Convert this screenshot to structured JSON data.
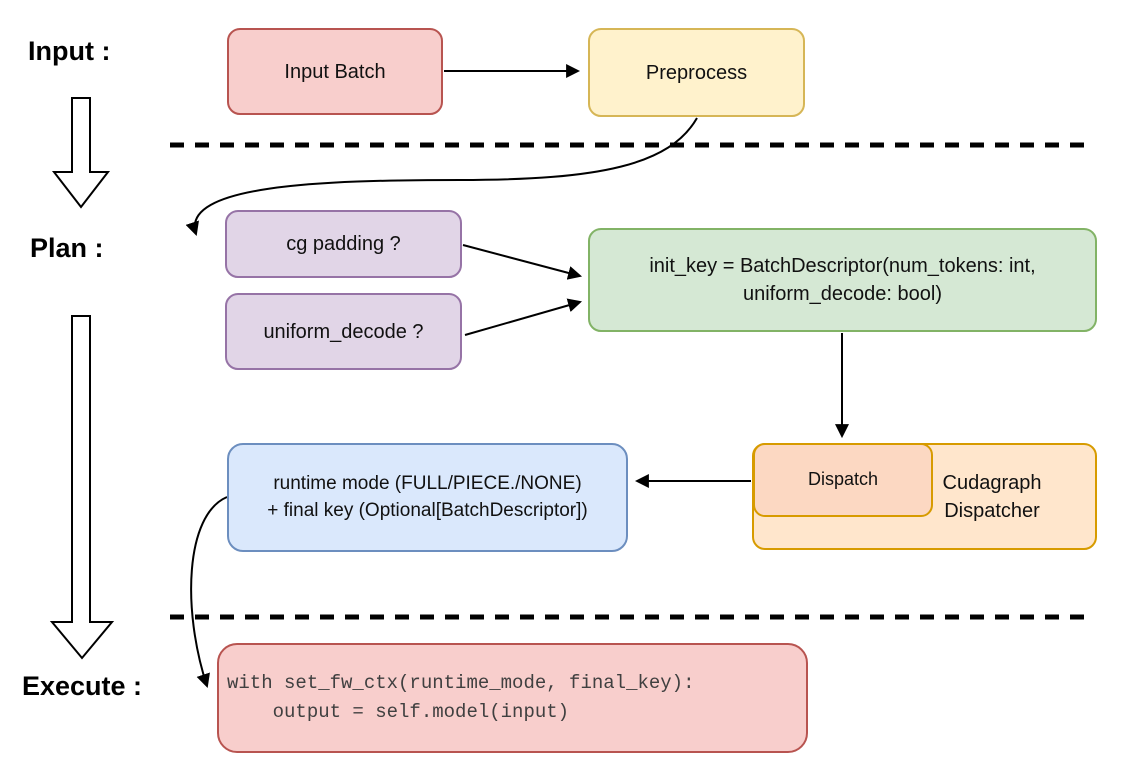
{
  "diagram": {
    "stages": {
      "input": {
        "label": "Input :"
      },
      "plan": {
        "label": "Plan :"
      },
      "execute": {
        "label": "Execute :"
      }
    },
    "nodes": {
      "input_batch": {
        "label": "Input Batch",
        "fill": "#f8cecc",
        "border": "#b85450"
      },
      "preprocess": {
        "label": "Preprocess",
        "fill": "#fff2cc",
        "border": "#d6b656"
      },
      "cg_padding": {
        "label": "cg padding ?",
        "fill": "#e1d5e7",
        "border": "#9673a6"
      },
      "uniform_decode": {
        "label": "uniform_decode ?",
        "fill": "#e1d5e7",
        "border": "#9673a6"
      },
      "init_key": {
        "lines": [
          "init_key = BatchDescriptor(num_tokens: int,",
          "uniform_decode: bool)"
        ],
        "fill": "#d5e8d4",
        "border": "#82b366"
      },
      "cudagraph_dispatcher": {
        "label": "Cudagraph Dispatcher",
        "fill": "#ffe6cc",
        "border": "#d79b00"
      },
      "dispatch": {
        "label": "Dispatch",
        "fill": "#fcd8c2",
        "border": "#d79b00"
      },
      "runtime_mode": {
        "lines": [
          "runtime mode (FULL/PIECE./NONE)",
          "+ final key (Optional[BatchDescriptor])"
        ],
        "fill": "#dae8fc",
        "border": "#6c8ebf"
      },
      "execute_code": {
        "lines": [
          "with set_fw_ctx(runtime_mode, final_key):",
          "    output = self.model(input)"
        ],
        "fill": "#f8cecc",
        "border": "#b85450"
      }
    },
    "connector_color": "#000000"
  }
}
